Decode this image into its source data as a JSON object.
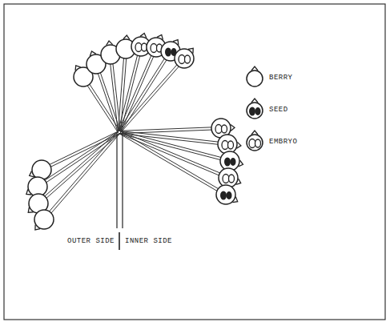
{
  "diagram": {
    "labels": [
      "OUTER SIDE",
      "INNER SIDE"
    ],
    "legend": [
      {
        "text": "BERRY"
      },
      {
        "text": "SEED"
      },
      {
        "text": "EMBRYO"
      }
    ]
  }
}
